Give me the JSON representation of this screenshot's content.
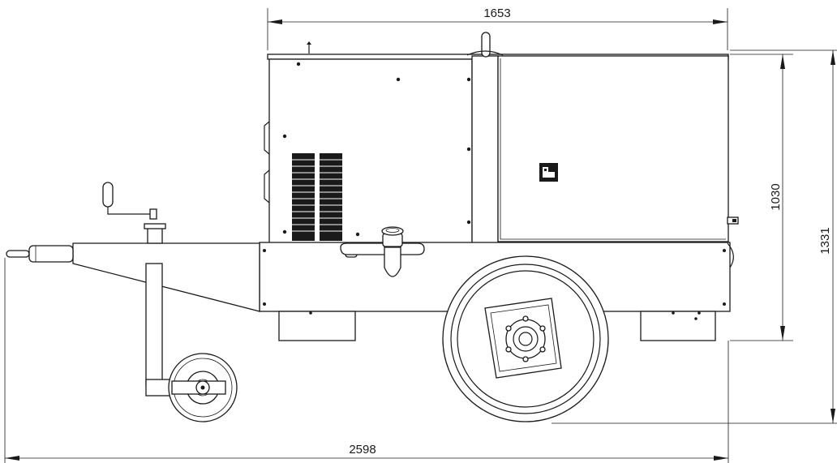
{
  "drawing": {
    "subject": "generator-trailer-side-elevation",
    "dimensions": {
      "canopy_width": "1653",
      "canopy_height": "1030",
      "overall_height": "1331",
      "overall_length": "2598"
    },
    "line_color": "#1a1a1a",
    "background": "#ffffff"
  }
}
